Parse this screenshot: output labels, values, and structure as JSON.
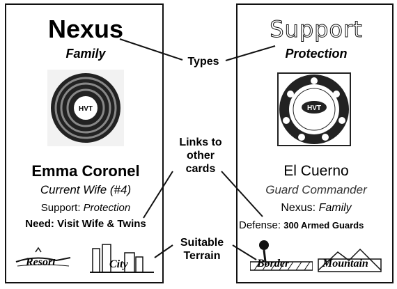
{
  "cards": {
    "left": {
      "type": "Nexus",
      "subtype": "Family",
      "badge": "HVT",
      "name": "Emma Coronel",
      "role": "Current Wife (#4)",
      "support_label": "Support:",
      "support_value": "Protection",
      "need_label": "Need:",
      "need_value": "Visit Wife & Twins",
      "terrain": [
        "Resort",
        "City"
      ]
    },
    "right": {
      "type": "Support",
      "subtype": "Protection",
      "badge": "HVT",
      "name": "El Cuerno",
      "role": "Guard Commander",
      "nexus_label": "Nexus:",
      "nexus_value": "Family",
      "defense_label": "Defense:",
      "defense_value": "300 Armed Guards",
      "terrain": [
        "Border",
        "Mountain"
      ]
    }
  },
  "callouts": {
    "types": "Types",
    "links": [
      "Links to",
      "other",
      "cards"
    ],
    "terrain": [
      "Suitable",
      "Terrain"
    ]
  }
}
